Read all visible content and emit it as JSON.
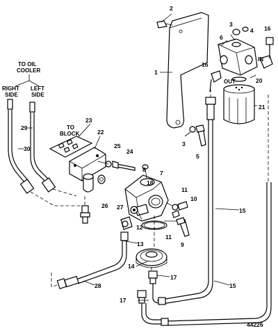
{
  "labels": {
    "to_oil_cooler_1": "TO OIL",
    "to_oil_cooler_2": "COOLER",
    "right_side_1": "RIGHT",
    "right_side_2": "SIDE",
    "left_side_1": "LEFT",
    "left_side_2": "SIDE",
    "to_block_1": "TO",
    "to_block_2": "BLOCK",
    "in": "IN",
    "out": "OUT",
    "figure_number": "44226"
  },
  "callouts": [
    {
      "id": "c1",
      "text": "1"
    },
    {
      "id": "c2",
      "text": "2"
    },
    {
      "id": "c3a",
      "text": "3"
    },
    {
      "id": "c4",
      "text": "4"
    },
    {
      "id": "c6",
      "text": "6"
    },
    {
      "id": "c16a",
      "text": "16"
    },
    {
      "id": "c16b",
      "text": "16"
    },
    {
      "id": "c20",
      "text": "20"
    },
    {
      "id": "c21",
      "text": "21"
    },
    {
      "id": "c3b",
      "text": "3"
    },
    {
      "id": "c5",
      "text": "5"
    },
    {
      "id": "c23",
      "text": "23"
    },
    {
      "id": "c22",
      "text": "22"
    },
    {
      "id": "c29",
      "text": "29"
    },
    {
      "id": "c30",
      "text": "30"
    },
    {
      "id": "c25",
      "text": "25"
    },
    {
      "id": "c24",
      "text": "24"
    },
    {
      "id": "c8",
      "text": "8"
    },
    {
      "id": "c7",
      "text": "7"
    },
    {
      "id": "c18",
      "text": "18"
    },
    {
      "id": "c11a",
      "text": "11"
    },
    {
      "id": "c10",
      "text": "10"
    },
    {
      "id": "c26",
      "text": "26"
    },
    {
      "id": "c27",
      "text": "27"
    },
    {
      "id": "c12",
      "text": "12"
    },
    {
      "id": "c11b",
      "text": "11"
    },
    {
      "id": "c9",
      "text": "9"
    },
    {
      "id": "c13",
      "text": "13"
    },
    {
      "id": "c15a",
      "text": "15"
    },
    {
      "id": "c14",
      "text": "14"
    },
    {
      "id": "c17a",
      "text": "17"
    },
    {
      "id": "c28",
      "text": "28"
    },
    {
      "id": "c15b",
      "text": "15"
    },
    {
      "id": "c17b",
      "text": "17"
    }
  ]
}
